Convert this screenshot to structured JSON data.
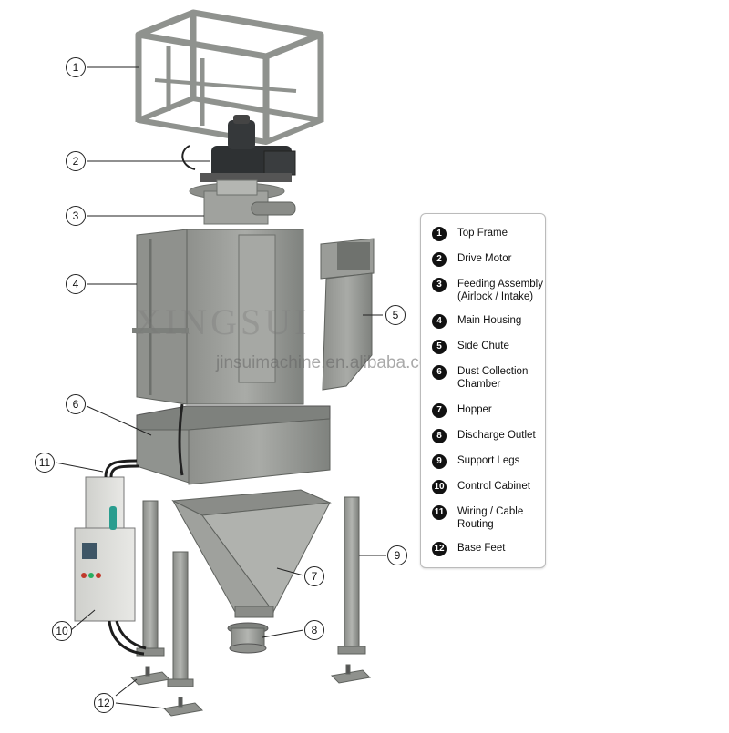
{
  "watermark": {
    "brand": "XINGSUI",
    "url": "jinsuimachine.en.alibaba.com"
  },
  "callouts": [
    "1",
    "2",
    "3",
    "4",
    "5",
    "6",
    "7",
    "8",
    "9",
    "10",
    "11",
    "12"
  ],
  "legend": [
    {
      "num": "1",
      "label": "Top Frame"
    },
    {
      "num": "2",
      "label": "Drive Motor"
    },
    {
      "num": "3",
      "label": "Feeding Assembly (Airlock / Intake)"
    },
    {
      "num": "4",
      "label": "Main Housing"
    },
    {
      "num": "5",
      "label": "Side Chute"
    },
    {
      "num": "6",
      "label": "Dust Collection Chamber"
    },
    {
      "num": "7",
      "label": "Hopper"
    },
    {
      "num": "8",
      "label": "Discharge Outlet"
    },
    {
      "num": "9",
      "label": "Support Legs"
    },
    {
      "num": "10",
      "label": "Control Cabinet"
    },
    {
      "num": "11",
      "label": "Wiring / Cable Routing"
    },
    {
      "num": "12",
      "label": "Base Feet"
    }
  ],
  "colors": {
    "steel": "#9a9c98",
    "steel_dark": "#6d706c",
    "steel_light": "#bfc1bd",
    "motor": "#2f3234",
    "cabinet": "#dcdcd8",
    "line": "#222222"
  }
}
